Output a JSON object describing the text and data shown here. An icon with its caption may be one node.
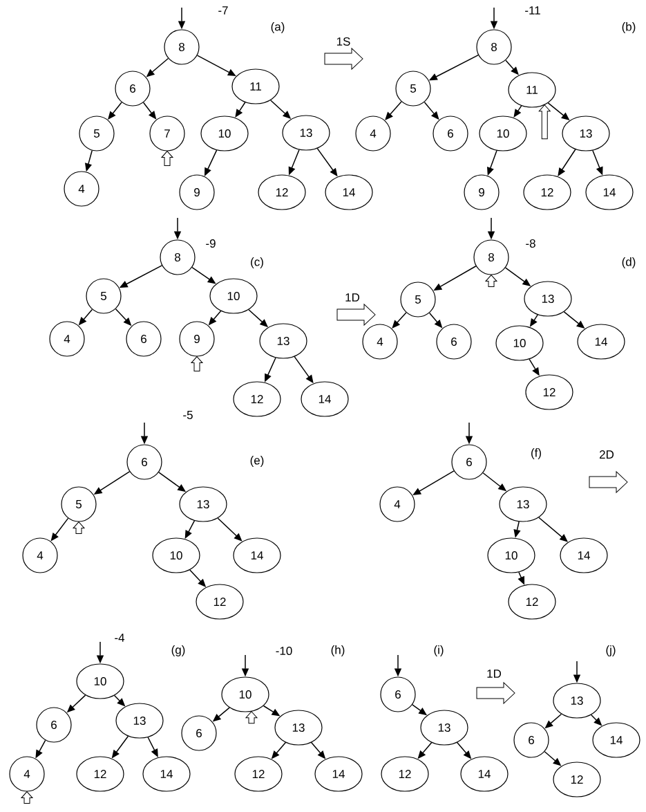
{
  "diagram": {
    "nodes": [
      {
        "text": [
          "8"
        ]
      },
      {
        "text": [
          "6"
        ]
      },
      {
        "text": [
          "11"
        ]
      },
      {
        "text": [
          "5"
        ]
      },
      {
        "text": [
          "7"
        ]
      },
      {
        "text": [
          "10"
        ]
      },
      {
        "text": [
          "13"
        ]
      },
      {
        "text": [
          "4"
        ]
      },
      {
        "text": [
          "9"
        ]
      },
      {
        "text": [
          "12"
        ]
      },
      {
        "text": [
          "14"
        ]
      },
      {
        "text": [
          "8"
        ]
      },
      {
        "text": [
          "5"
        ]
      },
      {
        "text": [
          "11"
        ]
      },
      {
        "text": [
          "4"
        ]
      },
      {
        "text": [
          "6"
        ]
      },
      {
        "text": [
          "10"
        ]
      },
      {
        "text": [
          "13"
        ]
      },
      {
        "text": [
          "9"
        ]
      },
      {
        "text": [
          "12"
        ]
      },
      {
        "text": [
          "14"
        ]
      },
      {
        "text": [
          "8"
        ]
      },
      {
        "text": [
          "5"
        ]
      },
      {
        "text": [
          "10"
        ]
      },
      {
        "text": [
          "4"
        ]
      },
      {
        "text": [
          "6"
        ]
      },
      {
        "text": [
          "9"
        ]
      },
      {
        "text": [
          "13"
        ]
      },
      {
        "text": [
          "12"
        ]
      },
      {
        "text": [
          "14"
        ]
      },
      {
        "text": [
          "8"
        ]
      },
      {
        "text": [
          "5"
        ]
      },
      {
        "text": [
          "13"
        ]
      },
      {
        "text": [
          "4"
        ]
      },
      {
        "text": [
          "6"
        ]
      },
      {
        "text": [
          "10"
        ]
      },
      {
        "text": [
          "14"
        ]
      },
      {
        "text": [
          "12"
        ]
      },
      {
        "text": [
          "6"
        ]
      },
      {
        "text": [
          "5"
        ]
      },
      {
        "text": [
          "13"
        ]
      },
      {
        "text": [
          "4"
        ]
      },
      {
        "text": [
          "10"
        ]
      },
      {
        "text": [
          "14"
        ]
      },
      {
        "text": [
          "12"
        ]
      },
      {
        "text": [
          "6"
        ]
      },
      {
        "text": [
          "4"
        ]
      },
      {
        "text": [
          "13"
        ]
      },
      {
        "text": [
          "10"
        ]
      },
      {
        "text": [
          "14"
        ]
      },
      {
        "text": [
          "12"
        ]
      },
      {
        "text": [
          "10"
        ]
      },
      {
        "text": [
          "6"
        ]
      },
      {
        "text": [
          "13"
        ]
      },
      {
        "text": [
          "4"
        ]
      },
      {
        "text": [
          "12"
        ]
      },
      {
        "text": [
          "14"
        ]
      },
      {
        "text": [
          "10"
        ]
      },
      {
        "text": [
          "6"
        ]
      },
      {
        "text": [
          "13"
        ]
      },
      {
        "text": [
          "12"
        ]
      },
      {
        "text": [
          "14"
        ]
      },
      {
        "text": [
          "6"
        ]
      },
      {
        "text": [
          "13"
        ]
      },
      {
        "text": [
          "12"
        ]
      },
      {
        "text": [
          "14"
        ]
      },
      {
        "text": [
          "13"
        ]
      },
      {
        "text": [
          "6"
        ]
      },
      {
        "text": [
          "14"
        ]
      },
      {
        "text": [
          "12"
        ]
      }
    ],
    "edges": [
      {
        "from": null,
        "to": 0,
        "arrow": "to"
      },
      {
        "from": 0,
        "to": 1,
        "arrow": "to"
      },
      {
        "from": 0,
        "to": 2,
        "arrow": "to"
      },
      {
        "from": 1,
        "to": 3,
        "arrow": "to"
      },
      {
        "from": 1,
        "to": 4,
        "arrow": "to"
      },
      {
        "from": 2,
        "to": 5,
        "arrow": "to"
      },
      {
        "from": 2,
        "to": 6,
        "arrow": "to"
      },
      {
        "from": 3,
        "to": 7,
        "arrow": "to"
      },
      {
        "from": 5,
        "to": 8,
        "arrow": "to"
      },
      {
        "from": 6,
        "to": 9,
        "arrow": "to"
      },
      {
        "from": 6,
        "to": 10,
        "arrow": "to"
      },
      {
        "from": null,
        "to": 11,
        "arrow": "to"
      },
      {
        "from": 11,
        "to": 12,
        "arrow": "to"
      },
      {
        "from": 11,
        "to": 13,
        "arrow": "to"
      },
      {
        "from": 12,
        "to": 14,
        "arrow": "to"
      },
      {
        "from": 12,
        "to": 15,
        "arrow": "to"
      },
      {
        "from": 13,
        "to": 16,
        "arrow": "to"
      },
      {
        "from": 13,
        "to": 17,
        "arrow": "to"
      },
      {
        "from": 16,
        "to": 18,
        "arrow": "to"
      },
      {
        "from": 17,
        "to": 19,
        "arrow": "to"
      },
      {
        "from": 17,
        "to": 20,
        "arrow": "to"
      },
      {
        "from": null,
        "to": 21,
        "arrow": "to"
      },
      {
        "from": 21,
        "to": 22,
        "arrow": "to"
      },
      {
        "from": 21,
        "to": 23,
        "arrow": "to"
      },
      {
        "from": 22,
        "to": 24,
        "arrow": "to"
      },
      {
        "from": 22,
        "to": 25,
        "arrow": "to"
      },
      {
        "from": 23,
        "to": 26,
        "arrow": "to"
      },
      {
        "from": 23,
        "to": 27,
        "arrow": "to"
      },
      {
        "from": 27,
        "to": 28,
        "arrow": "to"
      },
      {
        "from": 27,
        "to": 29,
        "arrow": "to"
      },
      {
        "from": null,
        "to": 30,
        "arrow": "to"
      },
      {
        "from": 30,
        "to": 31,
        "arrow": "to"
      },
      {
        "from": 30,
        "to": 32,
        "arrow": "to"
      },
      {
        "from": 31,
        "to": 33,
        "arrow": "to"
      },
      {
        "from": 31,
        "to": 34,
        "arrow": "to"
      },
      {
        "from": 32,
        "to": 35,
        "arrow": "to"
      },
      {
        "from": 32,
        "to": 36,
        "arrow": "to"
      },
      {
        "from": 35,
        "to": 37,
        "arrow": "to"
      },
      {
        "from": null,
        "to": 38,
        "arrow": "to"
      },
      {
        "from": 38,
        "to": 39,
        "arrow": "to"
      },
      {
        "from": 38,
        "to": 40,
        "arrow": "to"
      },
      {
        "from": 39,
        "to": 41,
        "arrow": "to"
      },
      {
        "from": 40,
        "to": 42,
        "arrow": "to"
      },
      {
        "from": 40,
        "to": 43,
        "arrow": "to"
      },
      {
        "from": 42,
        "to": 44,
        "arrow": "to"
      },
      {
        "from": null,
        "to": 45,
        "arrow": "to"
      },
      {
        "from": 45,
        "to": 46,
        "arrow": "to"
      },
      {
        "from": 45,
        "to": 47,
        "arrow": "to"
      },
      {
        "from": 47,
        "to": 48,
        "arrow": "to"
      },
      {
        "from": 47,
        "to": 49,
        "arrow": "to"
      },
      {
        "from": 48,
        "to": 50,
        "arrow": "to"
      },
      {
        "from": null,
        "to": 51,
        "arrow": "to"
      },
      {
        "from": 51,
        "to": 52,
        "arrow": "to"
      },
      {
        "from": 51,
        "to": 53,
        "arrow": "to"
      },
      {
        "from": 52,
        "to": 54,
        "arrow": "to"
      },
      {
        "from": 53,
        "to": 55,
        "arrow": "to"
      },
      {
        "from": 53,
        "to": 56,
        "arrow": "to"
      },
      {
        "from": null,
        "to": 57,
        "arrow": "to"
      },
      {
        "from": 57,
        "to": 58,
        "arrow": "to"
      },
      {
        "from": 57,
        "to": 59,
        "arrow": "to"
      },
      {
        "from": 59,
        "to": 60,
        "arrow": "to"
      },
      {
        "from": 59,
        "to": 61,
        "arrow": "to"
      },
      {
        "from": null,
        "to": 62,
        "arrow": "to"
      },
      {
        "from": 62,
        "to": 63,
        "arrow": "to"
      },
      {
        "from": 63,
        "to": 64,
        "arrow": "to"
      },
      {
        "from": 63,
        "to": 65,
        "arrow": "to"
      },
      {
        "from": null,
        "to": 66,
        "arrow": "to"
      },
      {
        "from": 66,
        "to": 67,
        "arrow": "to"
      },
      {
        "from": 66,
        "to": 68,
        "arrow": "to"
      },
      {
        "from": 67,
        "to": 69,
        "arrow": "to"
      },
      {
        "from": null,
        "to": 4,
        "arrow": "to"
      },
      {
        "from": null,
        "to": 13,
        "arrow": "to"
      },
      {
        "from": null,
        "to": 26,
        "arrow": "to"
      },
      {
        "from": null,
        "to": 30,
        "arrow": "to"
      },
      {
        "from": null,
        "to": 39,
        "arrow": "to"
      },
      {
        "from": null,
        "to": 54,
        "arrow": "to"
      },
      {
        "from": null,
        "to": 57,
        "arrow": "to"
      }
    ],
    "labels": [
      "-7",
      "(a)",
      "1S",
      "-11",
      "(b)",
      "-9",
      "(c)",
      "1D",
      "-8",
      "(d)",
      "-5",
      "(e)",
      "(f)",
      "2D",
      "-4",
      "(g)",
      "-10",
      "(h)",
      "(i)",
      "1D",
      "(j)"
    ]
  }
}
